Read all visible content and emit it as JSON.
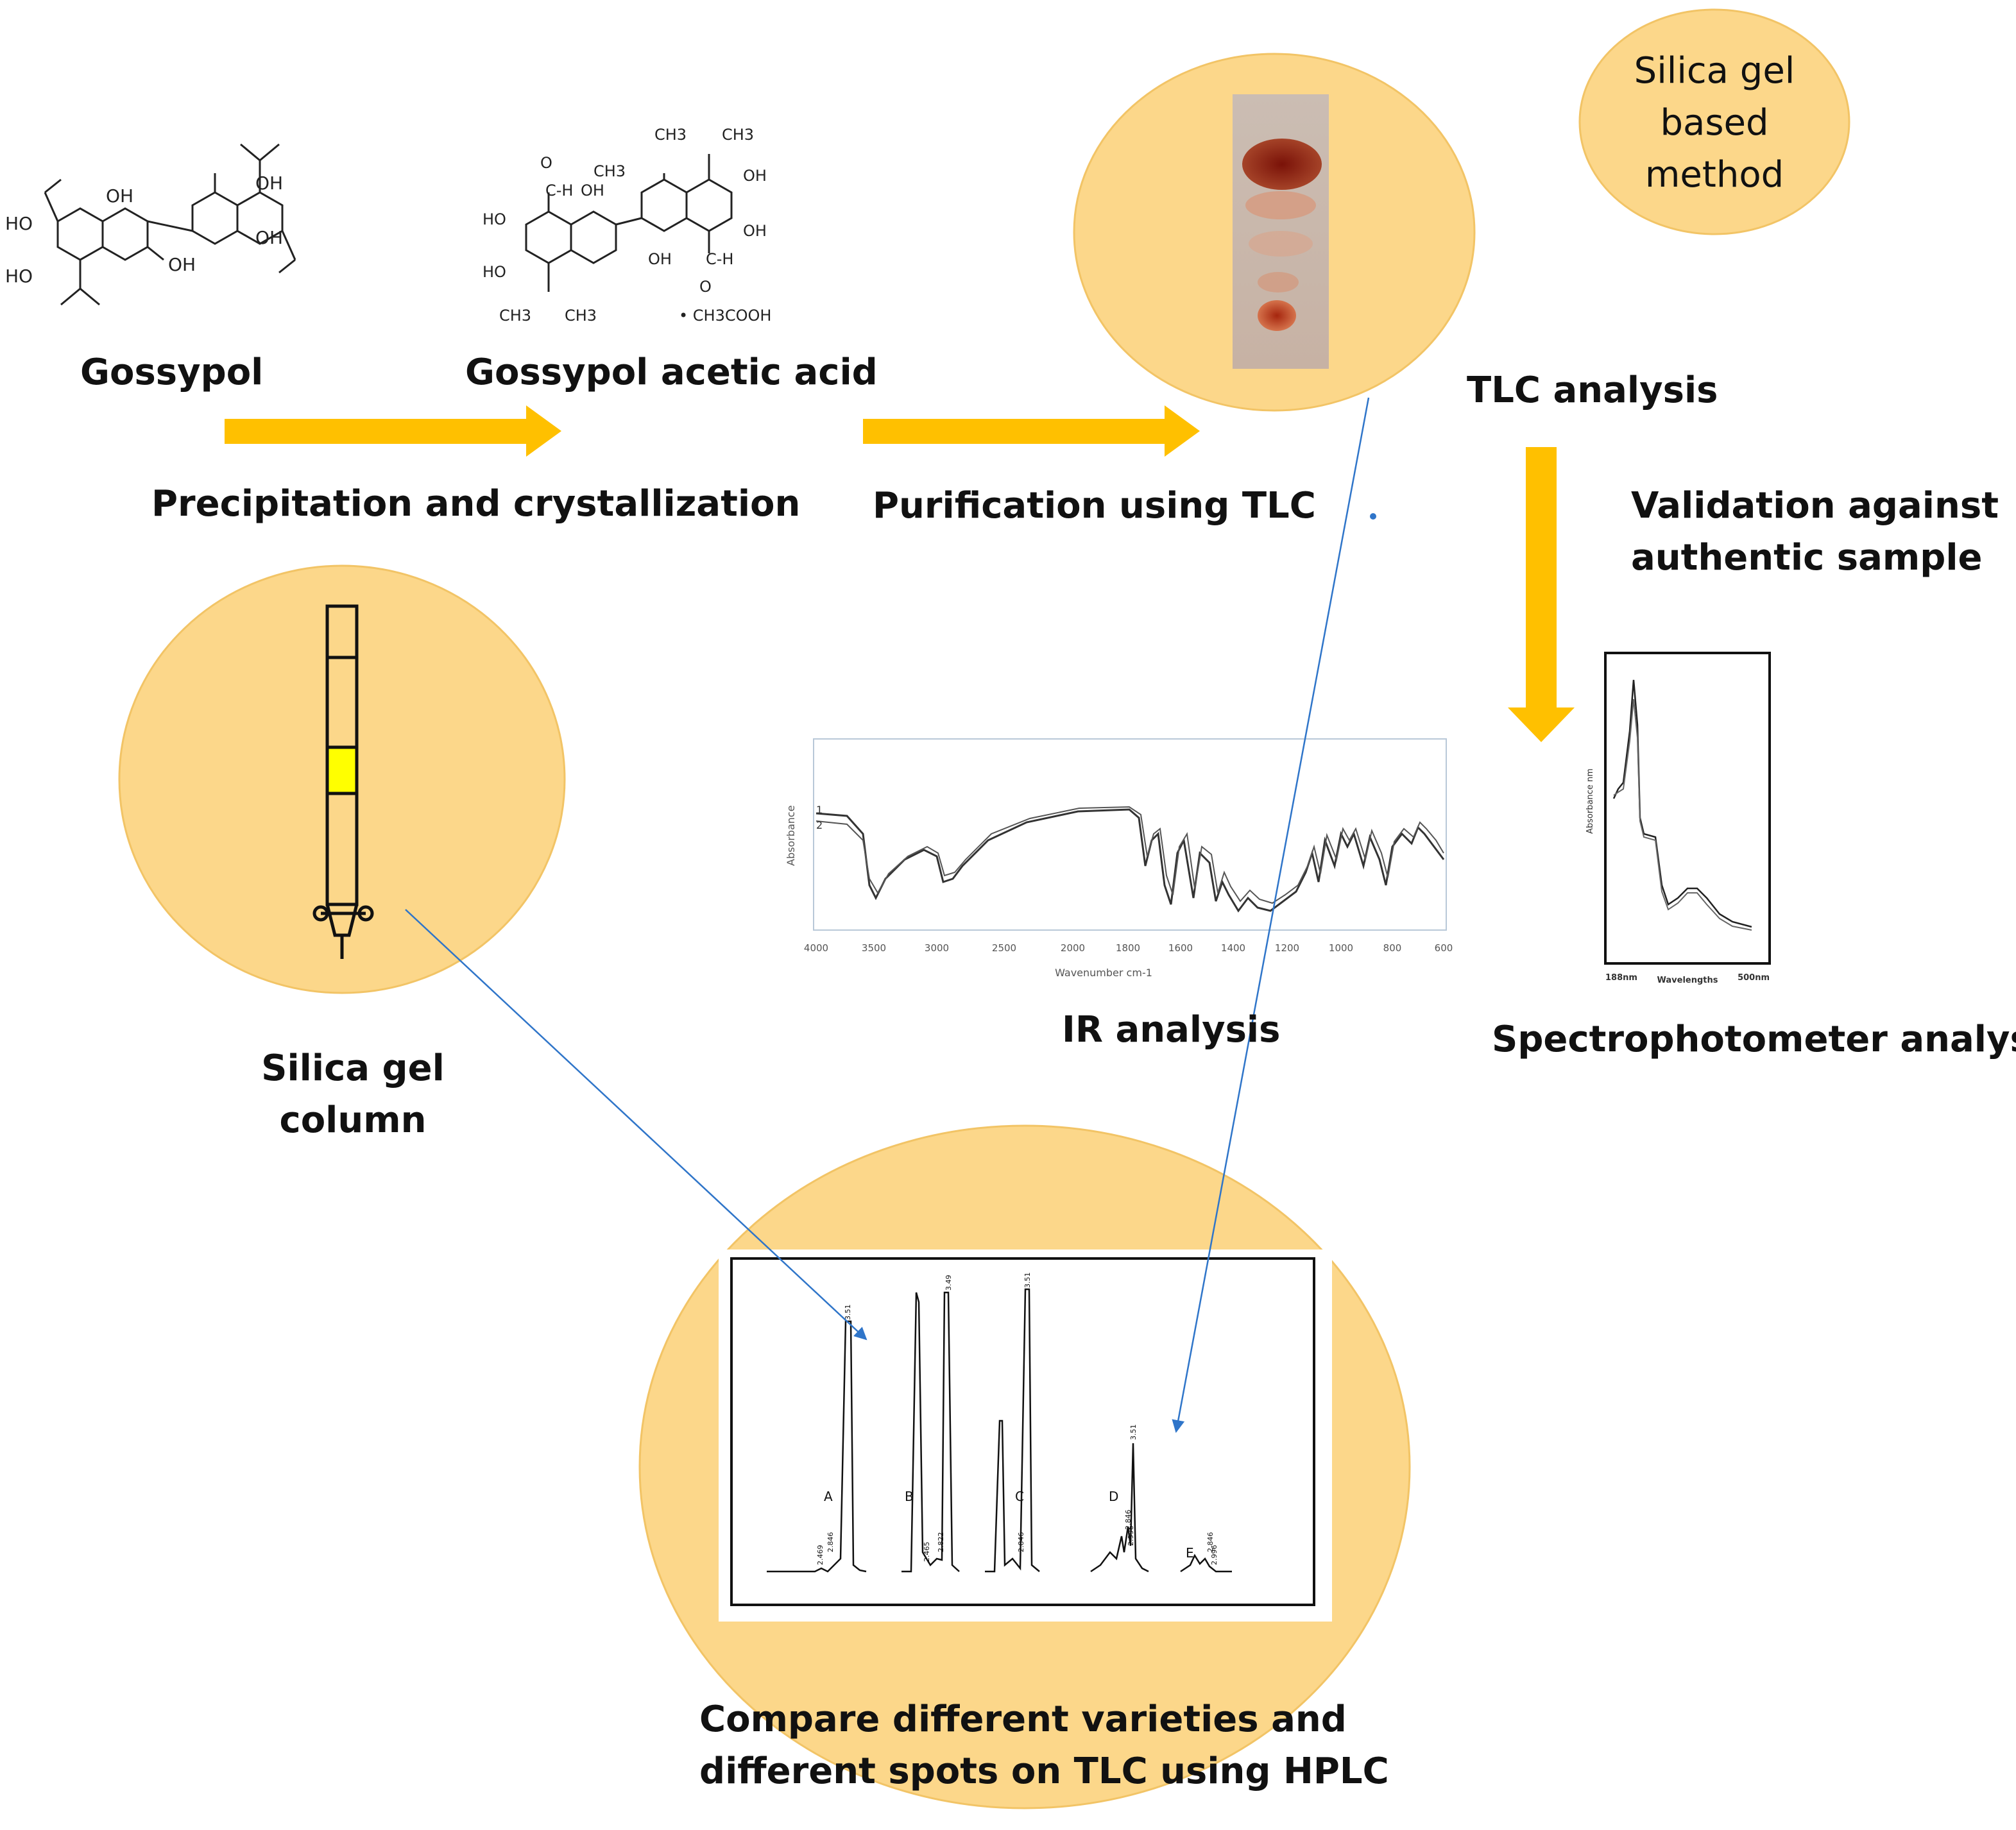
{
  "labels": {
    "gossypol": "Gossypol",
    "gossypol_acetic_acid": "Gossypol acetic acid",
    "precipitation": "Precipitation and crystallization",
    "purification": "Purification using TLC",
    "tlc_analysis": "TLC analysis",
    "validation_line1": "Validation against",
    "validation_line2": "authentic sample",
    "silica_method_line1": "Silica gel",
    "silica_method_line2": "based",
    "silica_method_line3": "method",
    "silica_column_line1": "Silica gel",
    "silica_column_line2": "column",
    "ir_analysis": "IR analysis",
    "spectro_analysis": "Spectrophotometer analysis",
    "hplc_line1": "Compare different varieties and",
    "hplc_line2": "different spots on TLC using HPLC"
  },
  "chemistry": {
    "gossypol_atoms": [
      "OH",
      "OH",
      "OH",
      "HO",
      "HO",
      "OH"
    ],
    "acetic_atoms": [
      "CH3",
      "CH3",
      "CH3",
      "OH",
      "OH",
      "OH",
      "HO",
      "HO",
      "OH",
      "C-H",
      "C-H",
      "O",
      "O",
      "CH3",
      "CH3",
      "• CH3COOH"
    ]
  },
  "ir_chart": {
    "ylabel": "Absorbance",
    "xlabel": "Wavenumber cm-1",
    "x_ticks": [
      "4000",
      "3500",
      "3000",
      "2500",
      "2000",
      "1800",
      "1600",
      "1400",
      "1200",
      "1000",
      "800",
      "600"
    ],
    "series_labels": [
      "1",
      "2"
    ]
  },
  "uv_chart": {
    "ylabel": "Absorbance nm",
    "xlabel": "Wavelengths",
    "x_start": "188nm",
    "x_end": "500nm"
  },
  "hplc_chart": {
    "panels": [
      "A",
      "B",
      "C",
      "D",
      "E"
    ],
    "peak_labels": [
      "3.51",
      "2.846",
      "2.469",
      "3.49",
      "2.822",
      "2.465",
      "3.51",
      "2.846",
      "3.51",
      "2.846",
      "2.996",
      "2.846",
      "2.996"
    ]
  },
  "colors": {
    "circle_fill": "#fcd78a",
    "circle_stroke": "#f2c466",
    "arrow": "#ffc000",
    "connector": "#2f75c9",
    "tlc_spot": "#8b1a0c",
    "column_band": "#ffff00"
  }
}
